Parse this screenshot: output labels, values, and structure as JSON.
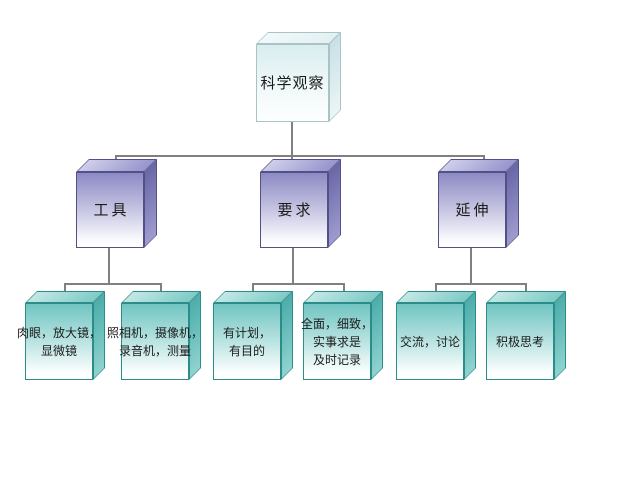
{
  "diagram": {
    "root": {
      "label": "科学观察"
    },
    "branches": [
      {
        "label": "工具",
        "children": [
          {
            "label": "肉眼，放大镜，\n显微镜"
          },
          {
            "label": "照相机，摄像机，\n录音机，测量"
          }
        ]
      },
      {
        "label": "要求",
        "children": [
          {
            "label": "有计划，\n有目的"
          },
          {
            "label": "全面，细致，\n实事求是\n及时记录"
          }
        ]
      },
      {
        "label": "延伸",
        "children": [
          {
            "label": "交流，讨论"
          },
          {
            "label": "积极思考"
          }
        ]
      }
    ],
    "colors": {
      "root_box_top": "#d9edef",
      "branch_box_top": "#8c8ac4",
      "leaf_box_top": "#70c5c2",
      "connector": "#808080",
      "background": "#ffffff"
    }
  }
}
